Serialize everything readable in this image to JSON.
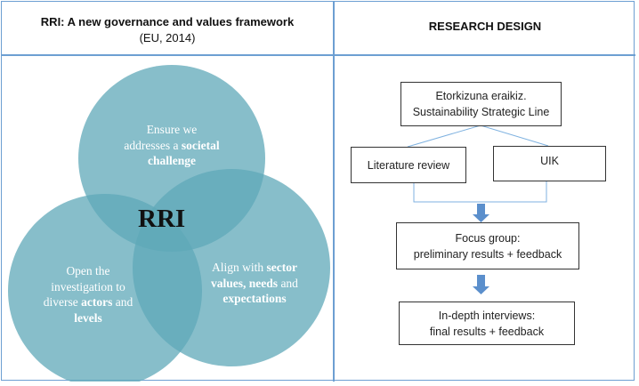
{
  "left_panel": {
    "title": "RRI: A new governance and values framework",
    "citation": "(EU, 2014)",
    "center_label": "RRI",
    "circles": [
      {
        "id": "top",
        "lines": [
          [
            {
              "t": "Ensure we",
              "b": false
            }
          ],
          [
            {
              "t": "addresses a ",
              "b": false
            },
            {
              "t": "societal",
              "b": true
            }
          ],
          [
            {
              "t": "challenge",
              "b": true
            }
          ]
        ]
      },
      {
        "id": "left",
        "lines": [
          [
            {
              "t": "Open the",
              "b": false
            }
          ],
          [
            {
              "t": "investigation to",
              "b": false
            }
          ],
          [
            {
              "t": "diverse ",
              "b": false
            },
            {
              "t": "actors",
              "b": true
            },
            {
              "t": " and",
              "b": false
            }
          ],
          [
            {
              "t": "levels",
              "b": true
            }
          ]
        ]
      },
      {
        "id": "right",
        "lines": [
          [
            {
              "t": "Align with ",
              "b": false
            },
            {
              "t": "sector",
              "b": true
            }
          ],
          [
            {
              "t": "values, needs",
              "b": true
            },
            {
              "t": " and",
              "b": false
            }
          ],
          [
            {
              "t": "expectations",
              "b": true
            }
          ]
        ]
      }
    ],
    "circle_color": "#5fa8b8"
  },
  "right_panel": {
    "title": "RESEARCH DESIGN",
    "boxes": {
      "strategic_line": [
        "Etorkizuna eraikiz.",
        "Sustainability Strategic Line"
      ],
      "literature_review": [
        "Literature review"
      ],
      "uik": [
        "UIK"
      ],
      "focus_group": [
        "Focus group:",
        "preliminary results + feedback"
      ],
      "interviews": [
        "In-depth interviews:",
        "final results + feedback"
      ]
    },
    "arrow_color": "#5b8fcc",
    "connector_color": "#7fb2e0"
  },
  "frame_color": "#6d9fd2"
}
